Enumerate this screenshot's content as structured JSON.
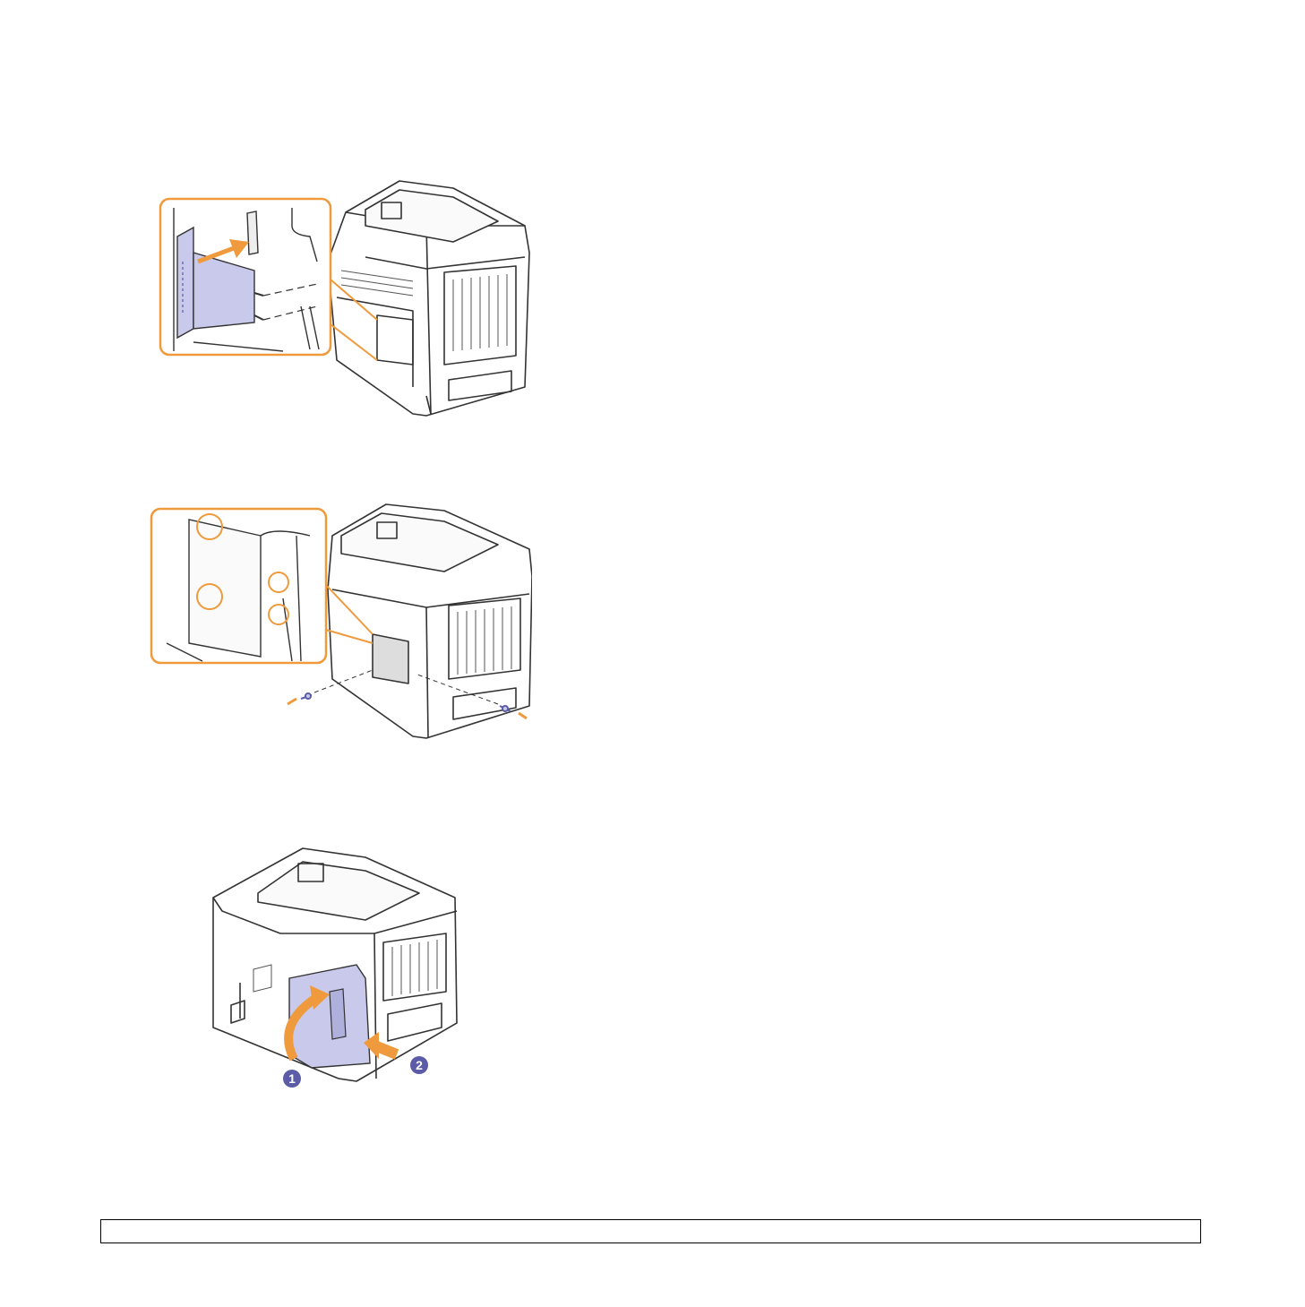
{
  "colors": {
    "accent": "#ef9a3c",
    "panel": "#c9c9ec",
    "panel_dark": "#6f6fb5",
    "badge": "#5b5ba8",
    "line": "#333333"
  },
  "figures": [
    {
      "icon": "printer-memory-board-insert-illustration"
    },
    {
      "icon": "printer-board-screws-illustration"
    },
    {
      "icon": "printer-cover-close-illustration"
    }
  ],
  "callouts": {
    "step1": "1",
    "step2": "2"
  },
  "footer": {
    "text": ""
  }
}
